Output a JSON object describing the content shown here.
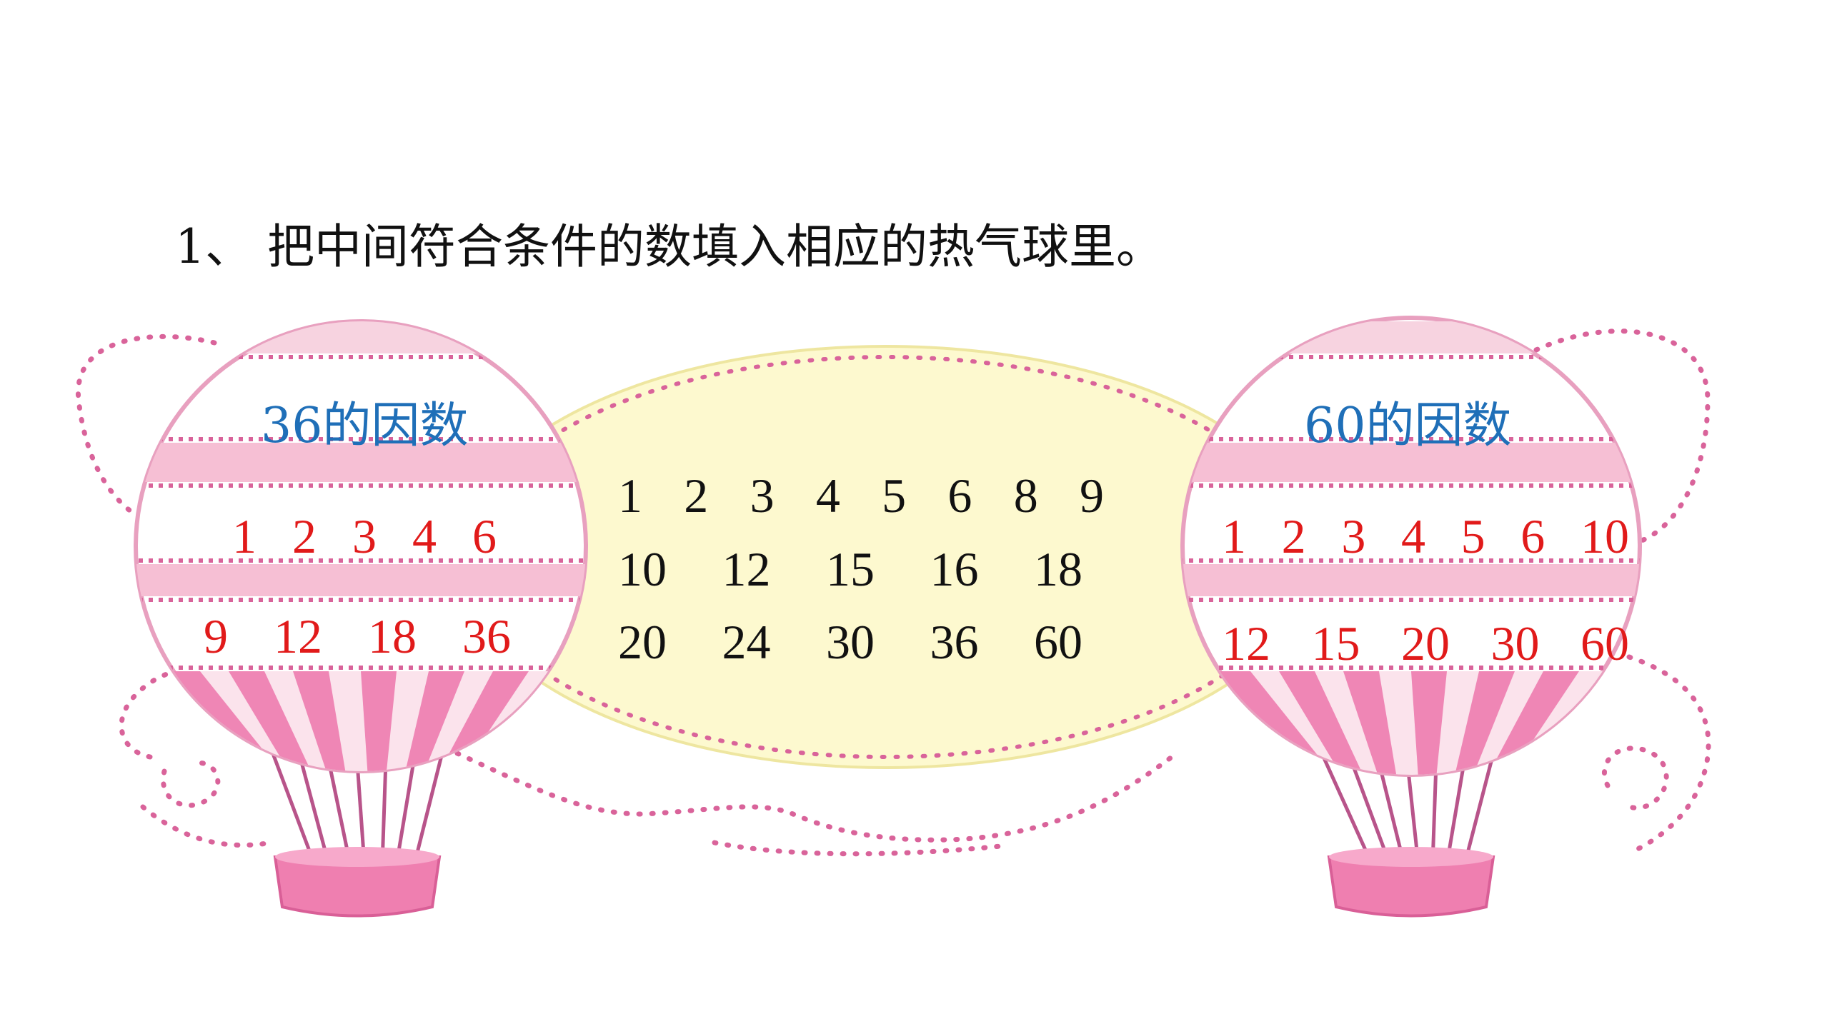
{
  "instruction": "1、 把中间符合条件的数填入相应的热气球里。",
  "left_balloon": {
    "label": "36的因数",
    "row1": [
      "1",
      "2",
      "3",
      "4",
      "6"
    ],
    "row2": [
      "9",
      "12",
      "18",
      "36"
    ]
  },
  "right_balloon": {
    "label": "60的因数",
    "row1": [
      "1",
      "2",
      "3",
      "4",
      "5",
      "6",
      "10"
    ],
    "row2": [
      "12",
      "15",
      "20",
      "30",
      "60"
    ]
  },
  "center_numbers": {
    "row1": [
      "1",
      "2",
      "3",
      "4",
      "5",
      "6",
      "8",
      "9"
    ],
    "row2": [
      "10",
      "12",
      "15",
      "16",
      "18"
    ],
    "row3": [
      "20",
      "24",
      "30",
      "36",
      "60"
    ]
  },
  "colors": {
    "instruction_text": "#111111",
    "balloon_label": "#1f6fb8",
    "answer_numbers": "#e11a1a",
    "center_numbers": "#111111",
    "balloon_pink": "#f29cc0",
    "center_fill": "#fdf9cf",
    "dots": "#d9639a"
  }
}
